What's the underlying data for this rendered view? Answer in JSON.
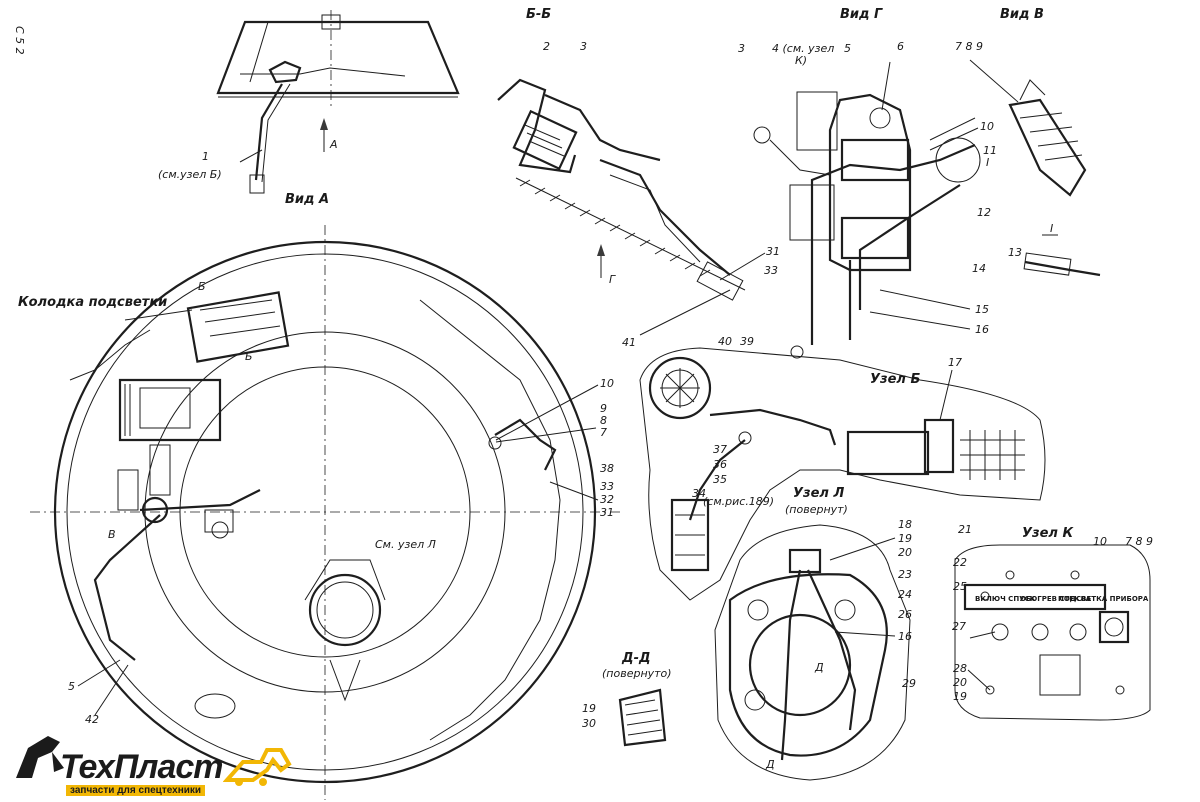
{
  "labels": {
    "vid_a": "Вид А",
    "sm_uzel_b": "(см.узел Б)",
    "arrow_a": "А",
    "bb": "Б-Б",
    "vid_g": "Вид Г",
    "vid_v": "Вид В",
    "arrow_g": "Г",
    "sm_uzel_k": "4 (см. узел",
    "sm_uzel_k2": "К)",
    "kolodka": "Колодка подсветки",
    "arrow_b1": "Б",
    "arrow_b2": "Б",
    "arrow_v": "В",
    "sm_uzel_l": "См. узел Л",
    "uzel_b": "Узел Б",
    "uzel_l": "Узел Л",
    "povernut": "(повернут)",
    "uzel_k": "Узел К",
    "dd": "Д-Д",
    "povernuto": "(повернуто)",
    "sm_ris": "(см.рис.189)",
    "roman_i_1": "I",
    "roman_i_2": "I",
    "d_mark1": "Д",
    "d_mark2": "Д",
    "page_mark": "С 5 2"
  },
  "plate": {
    "col1": "ВКЛЮЧ СПУСК",
    "col2": "ОБОГРЕВ СТЕКЛА",
    "col3": "ПОДСВЕТКА ПРИБОРА"
  },
  "callouts": {
    "n1": "1",
    "n2": "2",
    "n3a": "3",
    "n3b": "3",
    "n5a": "5",
    "n5b": "5",
    "n6": "6",
    "n789a": "7 8 9",
    "n789b": "7 8 9",
    "n10a": "10",
    "n10b": "10",
    "n10c": "10",
    "n11": "11",
    "n12": "12",
    "n13": "13",
    "n14": "14",
    "n15": "15",
    "n16a": "16",
    "n16b": "16",
    "n17": "17",
    "n18": "18",
    "n19a": "19",
    "n19b": "19",
    "n19c": "19",
    "n20a": "20",
    "n20b": "20",
    "n21": "21",
    "n22": "22",
    "n23": "23",
    "n24": "24",
    "n25": "25",
    "n26": "26",
    "n27": "27",
    "n28": "28",
    "n29": "29",
    "n30": "30",
    "n31a": "31",
    "n31b": "31",
    "n32": "32",
    "n33a": "33",
    "n33b": "33",
    "n34": "34",
    "n35": "35",
    "n36": "36",
    "n37": "37",
    "n38": "38",
    "n39": "39",
    "n40": "40",
    "n41": "41",
    "n42": "42",
    "n7": "7",
    "n8": "8",
    "n9": "9"
  },
  "watermark": {
    "brand": "ТехПласт",
    "tagline": "запчасти для спецтехники",
    "accent": "#f2b705"
  }
}
